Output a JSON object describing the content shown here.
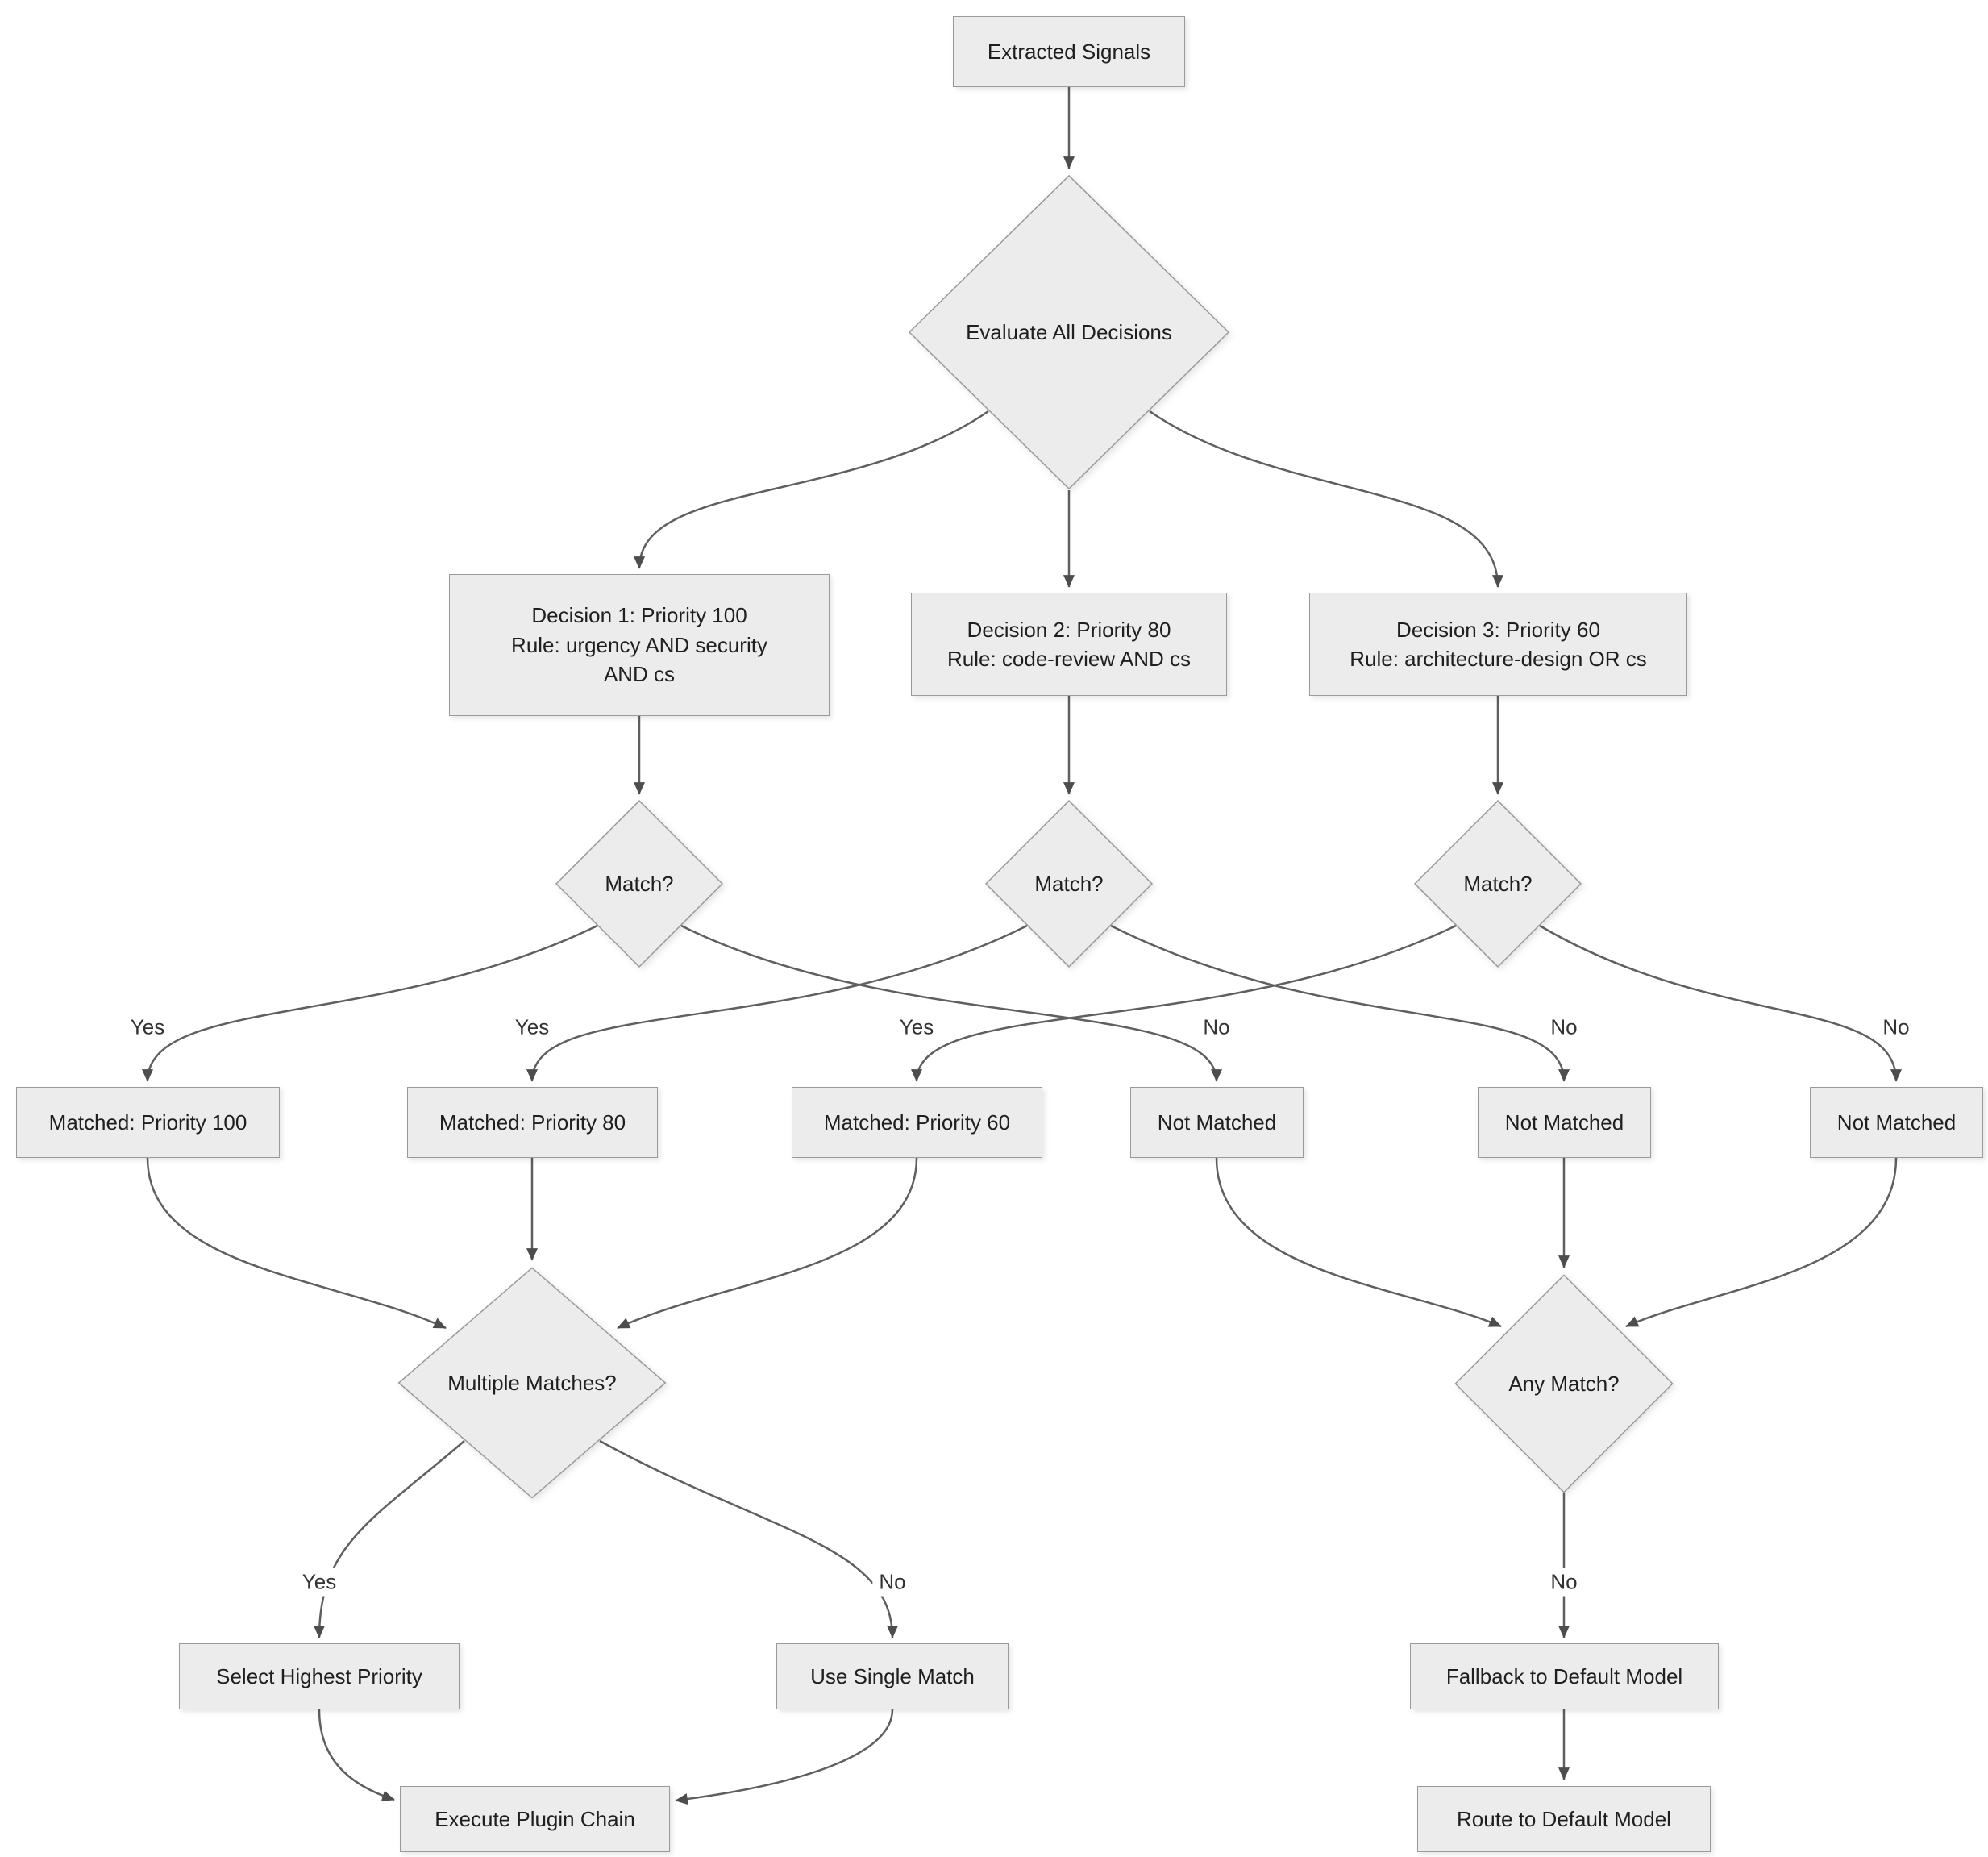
{
  "colors": {
    "node_fill": "#ececec",
    "node_border": "#9a9a9a",
    "edge_stroke": "#5f5f5f",
    "arrow_fill": "#4d4d4d",
    "node_text": "#1f1f1f",
    "edge_label_text": "#333333",
    "background": "#ffffff"
  },
  "labels": {
    "yes": "Yes",
    "no": "No"
  },
  "nodes": {
    "extracted_signals": {
      "lines": [
        "Extracted Signals"
      ]
    },
    "evaluate_all_decisions": {
      "lines": [
        "Evaluate All Decisions"
      ]
    },
    "decision_1": {
      "lines": [
        "Decision 1: Priority 100",
        "Rule: urgency AND security",
        "AND cs"
      ]
    },
    "decision_2": {
      "lines": [
        "Decision 2: Priority 80",
        "Rule: code-review AND cs"
      ]
    },
    "decision_3": {
      "lines": [
        "Decision 3: Priority 60",
        "Rule: architecture-design OR cs"
      ]
    },
    "match_1": {
      "lines": [
        "Match?"
      ]
    },
    "match_2": {
      "lines": [
        "Match?"
      ]
    },
    "match_3": {
      "lines": [
        "Match?"
      ]
    },
    "matched_100": {
      "lines": [
        "Matched: Priority 100"
      ]
    },
    "matched_80": {
      "lines": [
        "Matched: Priority 80"
      ]
    },
    "matched_60": {
      "lines": [
        "Matched: Priority 60"
      ]
    },
    "not_matched_1": {
      "lines": [
        "Not Matched"
      ]
    },
    "not_matched_2": {
      "lines": [
        "Not Matched"
      ]
    },
    "not_matched_3": {
      "lines": [
        "Not Matched"
      ]
    },
    "multiple_matches": {
      "lines": [
        "Multiple Matches?"
      ]
    },
    "any_match": {
      "lines": [
        "Any Match?"
      ]
    },
    "select_highest_priority": {
      "lines": [
        "Select Highest Priority"
      ]
    },
    "use_single_match": {
      "lines": [
        "Use Single Match"
      ]
    },
    "fallback_default": {
      "lines": [
        "Fallback to Default Model"
      ]
    },
    "execute_plugin_chain": {
      "lines": [
        "Execute Plugin Chain"
      ]
    },
    "route_default": {
      "lines": [
        "Route to Default Model"
      ]
    }
  }
}
